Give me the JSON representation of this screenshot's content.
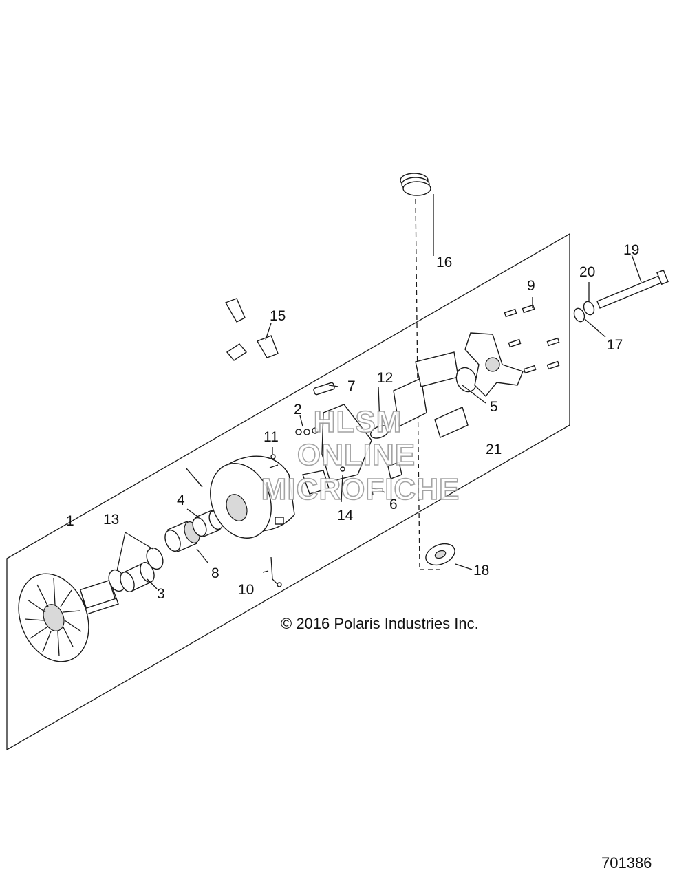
{
  "diagram": {
    "callouts": [
      "1",
      "2",
      "3",
      "4",
      "5",
      "6",
      "7",
      "8",
      "9",
      "10",
      "11",
      "12",
      "13",
      "14",
      "15",
      "16",
      "17",
      "18",
      "19",
      "20",
      "21"
    ],
    "copyright": "© 2016 Polaris Industries Inc.",
    "figure_number": "701386",
    "watermark": {
      "line1": "HLSM",
      "line2": "ONLINE",
      "line3": "MICROFICHE"
    }
  }
}
